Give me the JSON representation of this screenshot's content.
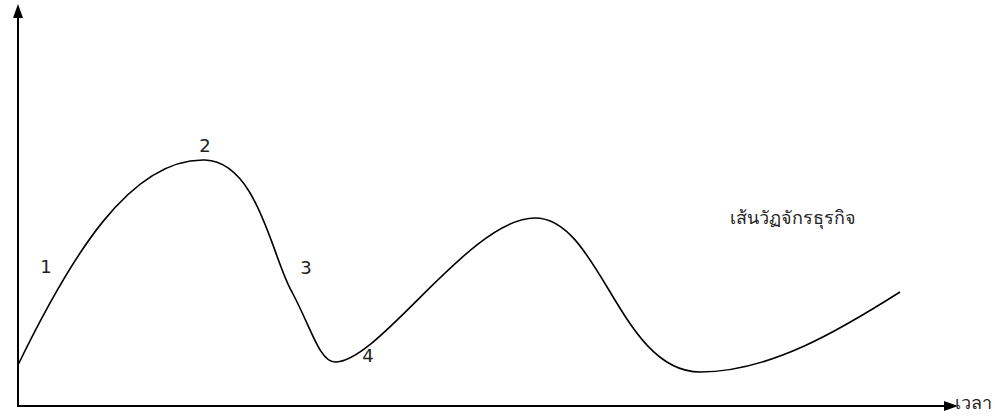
{
  "diagram": {
    "labels": [
      "1",
      "2",
      "3",
      "4",
      "เส้นวัฏจักรธุรกิจ",
      "เวลา"
    ]
  }
}
